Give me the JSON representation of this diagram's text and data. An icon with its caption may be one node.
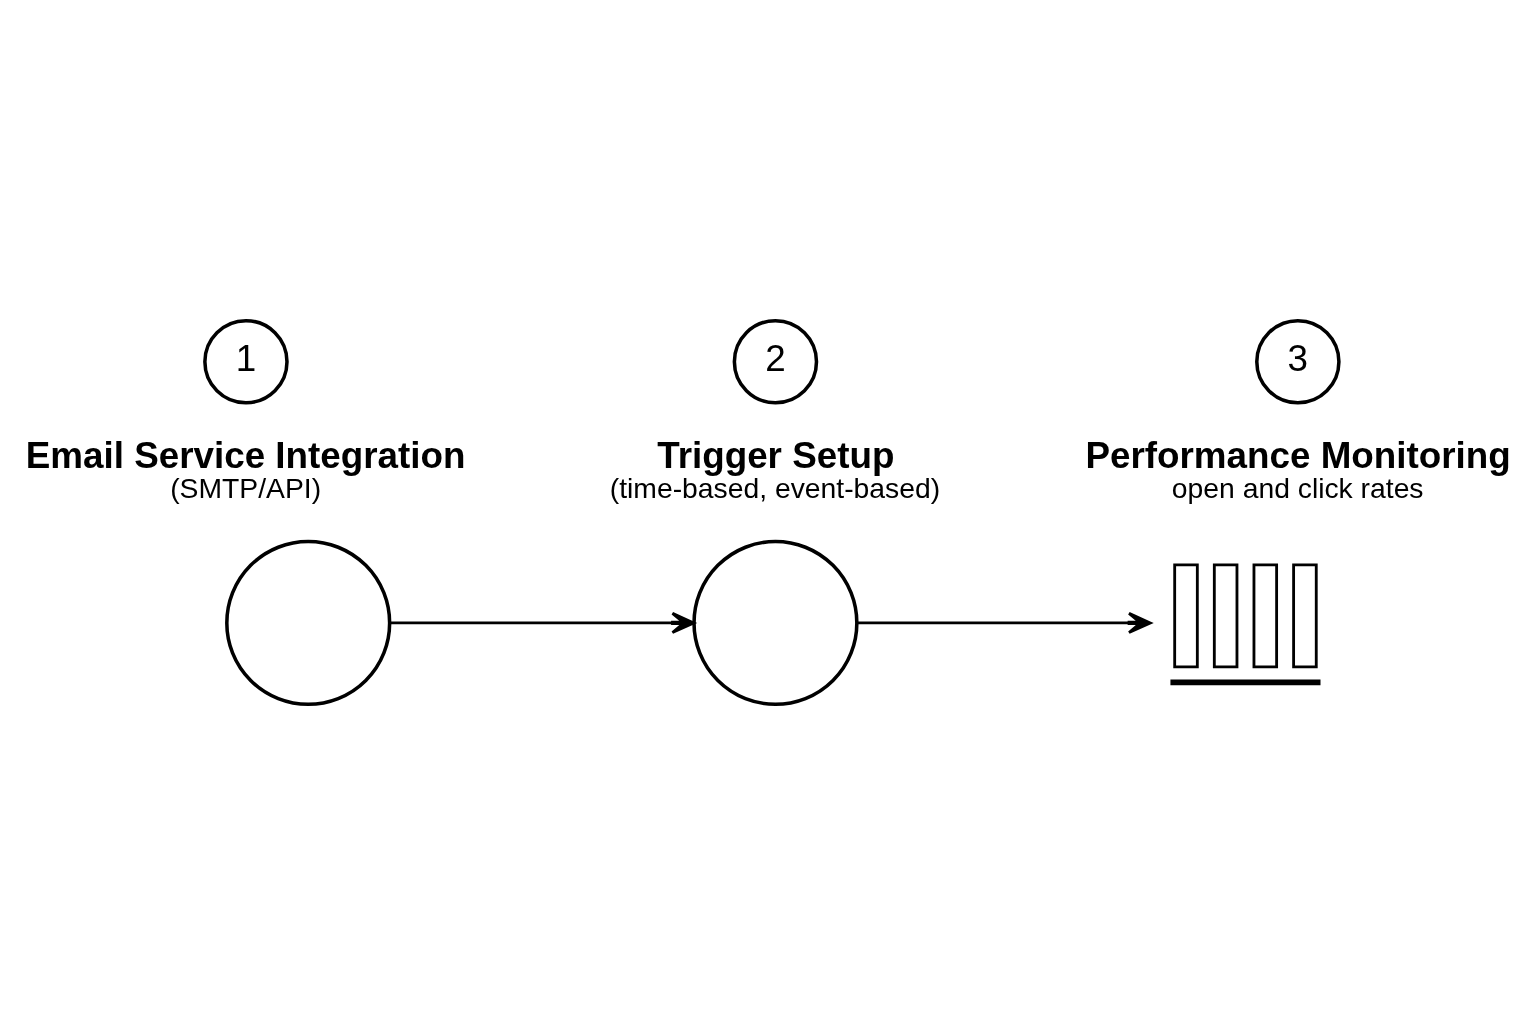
{
  "diagram": {
    "nodes": [
      {
        "text": [
          "1"
        ]
      },
      {
        "text": [
          "2"
        ]
      },
      {
        "text": [
          "3"
        ]
      },
      {
        "text": [],
        "shape": "circle",
        "beside": [
          "Email Service Integration",
          "(SMTP/API)"
        ]
      },
      {
        "text": [],
        "shape": "circle",
        "beside": [
          "Trigger Setup",
          "(time-based, event-based)"
        ]
      },
      {
        "text": [],
        "shape": "bar",
        "beside": [
          "Performance Monitoring",
          "open and click rates"
        ]
      }
    ],
    "edges": [
      {
        "from": 3,
        "to": 4,
        "arrow": "to"
      },
      {
        "from": 4,
        "to": 5,
        "arrow": "to"
      }
    ]
  }
}
